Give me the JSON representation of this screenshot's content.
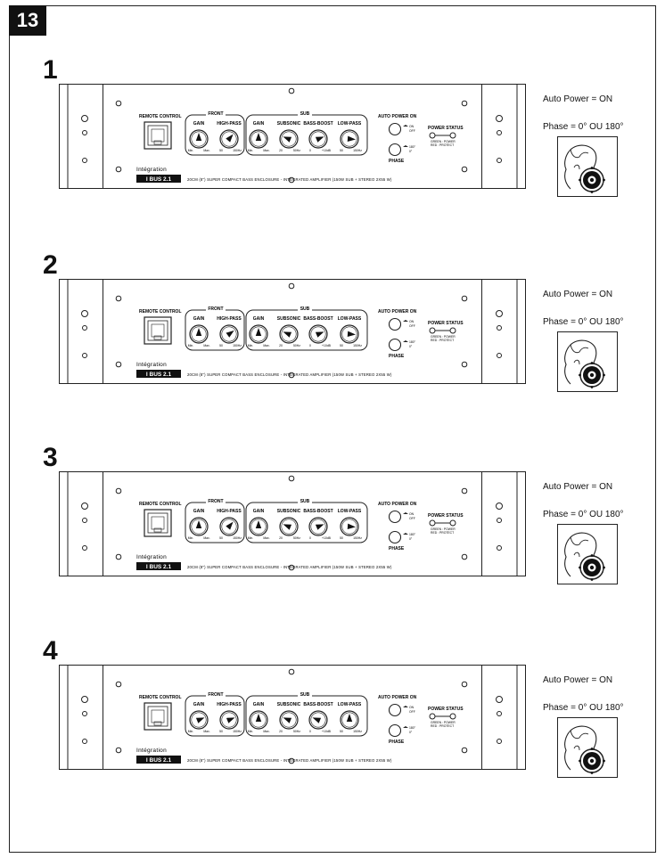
{
  "page_badge": "13",
  "panel_text": {
    "remote_control": "REMOTE CONTROL",
    "front": "FRONT",
    "sub": "SUB",
    "gain": "GAIN",
    "high_pass": "HIGH-PASS",
    "subsonic": "SUBSONIC",
    "bass_boost": "BASS-BOOST",
    "low_pass": "LOW-PASS",
    "auto_power_on": "AUTO POWER ON",
    "phase": "PHASE",
    "power_status": "POWER STATUS",
    "on": "ON",
    "off": "OFF",
    "deg180": "180°",
    "deg0": "0°",
    "green_power": "GREEN : POWER",
    "red_protect": "RED : PROTECT",
    "brand": "Intégration",
    "model": "I BUS 2.1",
    "description": "20CM (8\") SUPER COMPACT BASS ENCLOSURE - INTEGRATED AMPLIFIER (150W SUB + STEREO 2X55 W)"
  },
  "steps": [
    {
      "number": "1",
      "auto_power": "Auto Power = ON",
      "phase": "Phase =  0° OU 180°"
    },
    {
      "number": "2",
      "auto_power": "Auto Power = ON",
      "phase": "Phase =  0° OU 180°"
    },
    {
      "number": "3",
      "auto_power": "Auto Power = ON",
      "phase": "Phase =  0° OU 180°"
    },
    {
      "number": "4",
      "auto_power": "Auto Power = ON",
      "phase": "Phase =  0° OU 180°"
    }
  ],
  "knob_positions": [
    {
      "front_gain": 0.5,
      "high_pass": 0.65,
      "sub_gain": 0.5,
      "subsonic": 0.25,
      "bass_boost": 0.75,
      "low_pass": 0.85
    },
    {
      "front_gain": 0.5,
      "high_pass": 0.7,
      "sub_gain": 0.5,
      "subsonic": 0.25,
      "bass_boost": 0.75,
      "low_pass": 0.85
    },
    {
      "front_gain": 0.5,
      "high_pass": 0.65,
      "sub_gain": 0.5,
      "subsonic": 0.25,
      "bass_boost": 0.75,
      "low_pass": 0.85
    },
    {
      "front_gain": 0.75,
      "high_pass": 0.75,
      "sub_gain": 0.5,
      "subsonic": 0.25,
      "bass_boost": 0.25,
      "low_pass": 0.5
    }
  ]
}
